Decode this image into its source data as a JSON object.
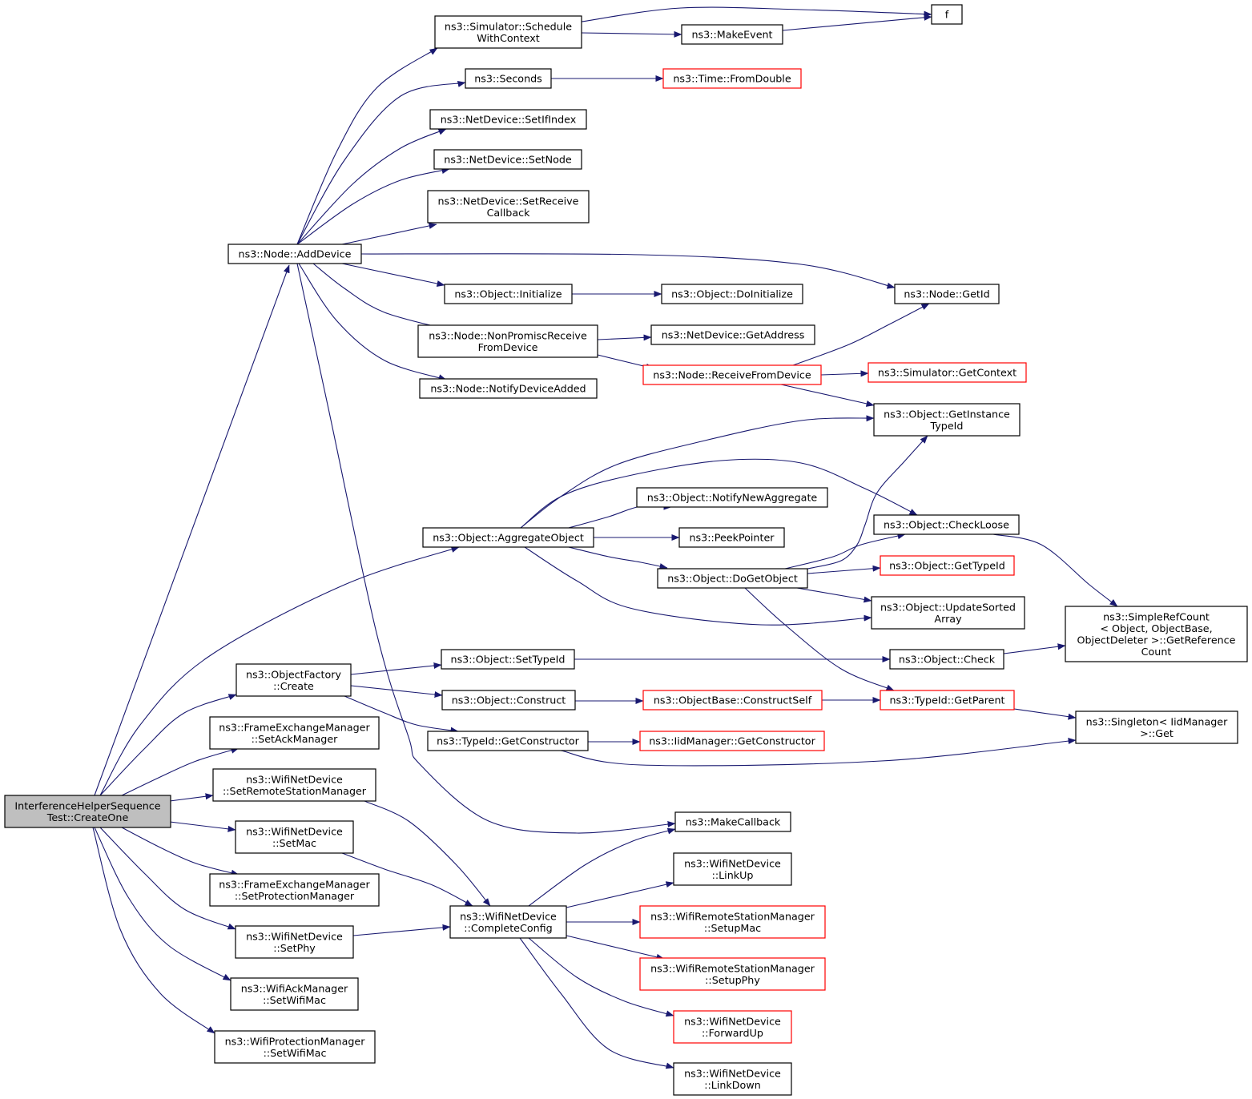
{
  "graph": {
    "edge_color": "#191970",
    "root_fill": "#bfbfbf",
    "highlight_border": "#ff0000",
    "nodes": [
      {
        "id": "root",
        "lines": [
          "InterferenceHelperSequence",
          "Test::CreateOne"
        ],
        "root": true
      },
      {
        "id": "adddevice",
        "lines": [
          "ns3::Node::AddDevice"
        ]
      },
      {
        "id": "schedule",
        "lines": [
          "ns3::Simulator::Schedule",
          "WithContext"
        ]
      },
      {
        "id": "f",
        "lines": [
          "f"
        ]
      },
      {
        "id": "makeevent",
        "lines": [
          "ns3::MakeEvent"
        ]
      },
      {
        "id": "seconds",
        "lines": [
          "ns3::Seconds"
        ]
      },
      {
        "id": "fromdouble",
        "lines": [
          "ns3::Time::FromDouble"
        ],
        "red": true
      },
      {
        "id": "setifindex",
        "lines": [
          "ns3::NetDevice::SetIfIndex"
        ]
      },
      {
        "id": "setnode",
        "lines": [
          "ns3::NetDevice::SetNode"
        ]
      },
      {
        "id": "setreceivecb",
        "lines": [
          "ns3::NetDevice::SetReceive",
          "Callback"
        ]
      },
      {
        "id": "initialize",
        "lines": [
          "ns3::Object::Initialize"
        ]
      },
      {
        "id": "doinitialize",
        "lines": [
          "ns3::Object::DoInitialize"
        ]
      },
      {
        "id": "getid",
        "lines": [
          "ns3::Node::GetId"
        ]
      },
      {
        "id": "nonpromisc",
        "lines": [
          "ns3::Node::NonPromiscReceive",
          "FromDevice"
        ]
      },
      {
        "id": "getaddress",
        "lines": [
          "ns3::NetDevice::GetAddress"
        ]
      },
      {
        "id": "receivefrom",
        "lines": [
          "ns3::Node::ReceiveFromDevice"
        ],
        "red": true
      },
      {
        "id": "getcontext",
        "lines": [
          "ns3::Simulator::GetContext"
        ],
        "red": true
      },
      {
        "id": "notifydevice",
        "lines": [
          "ns3::Node::NotifyDeviceAdded"
        ]
      },
      {
        "id": "getinstance",
        "lines": [
          "ns3::Object::GetInstance",
          "TypeId"
        ]
      },
      {
        "id": "aggregate",
        "lines": [
          "ns3::Object::AggregateObject"
        ]
      },
      {
        "id": "notifynew",
        "lines": [
          "ns3::Object::NotifyNewAggregate"
        ]
      },
      {
        "id": "peekpointer",
        "lines": [
          "ns3::PeekPointer"
        ]
      },
      {
        "id": "checkloose",
        "lines": [
          "ns3::Object::CheckLoose"
        ]
      },
      {
        "id": "dogetobject",
        "lines": [
          "ns3::Object::DoGetObject"
        ]
      },
      {
        "id": "gettypeid",
        "lines": [
          "ns3::Object::GetTypeId"
        ],
        "red": true
      },
      {
        "id": "updatesorted",
        "lines": [
          "ns3::Object::UpdateSorted",
          "Array"
        ]
      },
      {
        "id": "simplerefcount",
        "lines": [
          "ns3::SimpleRefCount",
          "< Object, ObjectBase,",
          "ObjectDeleter >::GetReference",
          "Count"
        ]
      },
      {
        "id": "objfactory",
        "lines": [
          "ns3::ObjectFactory",
          "::Create"
        ]
      },
      {
        "id": "settypeid",
        "lines": [
          "ns3::Object::SetTypeId"
        ]
      },
      {
        "id": "check",
        "lines": [
          "ns3::Object::Check"
        ]
      },
      {
        "id": "construct",
        "lines": [
          "ns3::Object::Construct"
        ]
      },
      {
        "id": "constructself",
        "lines": [
          "ns3::ObjectBase::ConstructSelf"
        ],
        "red": true
      },
      {
        "id": "getparent",
        "lines": [
          "ns3::TypeId::GetParent"
        ],
        "red": true
      },
      {
        "id": "getconstructor",
        "lines": [
          "ns3::TypeId::GetConstructor"
        ]
      },
      {
        "id": "iidgetconstructor",
        "lines": [
          "ns3::IidManager::GetConstructor"
        ],
        "red": true
      },
      {
        "id": "singleton",
        "lines": [
          "ns3::Singleton< IidManager",
          ">::Get"
        ]
      },
      {
        "id": "fem_ack",
        "lines": [
          "ns3::FrameExchangeManager",
          "::SetAckManager"
        ]
      },
      {
        "id": "setremote",
        "lines": [
          "ns3::WifiNetDevice",
          "::SetRemoteStationManager"
        ]
      },
      {
        "id": "makecallback",
        "lines": [
          "ns3::MakeCallback"
        ]
      },
      {
        "id": "setmac",
        "lines": [
          "ns3::WifiNetDevice",
          "::SetMac"
        ]
      },
      {
        "id": "fem_prot",
        "lines": [
          "ns3::FrameExchangeManager",
          "::SetProtectionManager"
        ]
      },
      {
        "id": "completeconfig",
        "lines": [
          "ns3::WifiNetDevice",
          "::CompleteConfig"
        ]
      },
      {
        "id": "linkup",
        "lines": [
          "ns3::WifiNetDevice",
          "::LinkUp"
        ]
      },
      {
        "id": "setupmac",
        "lines": [
          "ns3::WifiRemoteStationManager",
          "::SetupMac"
        ],
        "red": true
      },
      {
        "id": "setphy",
        "lines": [
          "ns3::WifiNetDevice",
          "::SetPhy"
        ]
      },
      {
        "id": "setupphy",
        "lines": [
          "ns3::WifiRemoteStationManager",
          "::SetupPhy"
        ],
        "red": true
      },
      {
        "id": "ackwifimac",
        "lines": [
          "ns3::WifiAckManager",
          "::SetWifiMac"
        ]
      },
      {
        "id": "forwardup",
        "lines": [
          "ns3::WifiNetDevice",
          "::ForwardUp"
        ],
        "red": true
      },
      {
        "id": "protwifimac",
        "lines": [
          "ns3::WifiProtectionManager",
          "::SetWifiMac"
        ]
      },
      {
        "id": "linkdown",
        "lines": [
          "ns3::WifiNetDevice",
          "::LinkDown"
        ]
      }
    ],
    "edges": [
      [
        "root",
        "adddevice"
      ],
      [
        "root",
        "aggregate"
      ],
      [
        "root",
        "objfactory"
      ],
      [
        "root",
        "fem_ack"
      ],
      [
        "root",
        "setremote"
      ],
      [
        "root",
        "setmac"
      ],
      [
        "root",
        "fem_prot"
      ],
      [
        "root",
        "setphy"
      ],
      [
        "root",
        "ackwifimac"
      ],
      [
        "root",
        "protwifimac"
      ],
      [
        "adddevice",
        "schedule"
      ],
      [
        "adddevice",
        "seconds"
      ],
      [
        "adddevice",
        "setifindex"
      ],
      [
        "adddevice",
        "setnode"
      ],
      [
        "adddevice",
        "setreceivecb"
      ],
      [
        "adddevice",
        "getid"
      ],
      [
        "adddevice",
        "initialize"
      ],
      [
        "adddevice",
        "nonpromisc"
      ],
      [
        "adddevice",
        "notifydevice"
      ],
      [
        "adddevice",
        "makecallback"
      ],
      [
        "schedule",
        "f"
      ],
      [
        "schedule",
        "makeevent"
      ],
      [
        "makeevent",
        "f"
      ],
      [
        "seconds",
        "fromdouble"
      ],
      [
        "initialize",
        "doinitialize"
      ],
      [
        "nonpromisc",
        "getaddress"
      ],
      [
        "nonpromisc",
        "receivefrom"
      ],
      [
        "receivefrom",
        "getid"
      ],
      [
        "receivefrom",
        "getcontext"
      ],
      [
        "receivefrom",
        "getinstance"
      ],
      [
        "aggregate",
        "getinstance"
      ],
      [
        "aggregate",
        "checkloose"
      ],
      [
        "aggregate",
        "notifynew"
      ],
      [
        "aggregate",
        "peekpointer"
      ],
      [
        "aggregate",
        "dogetobject"
      ],
      [
        "aggregate",
        "updatesorted"
      ],
      [
        "dogetobject",
        "getinstance"
      ],
      [
        "dogetobject",
        "checkloose"
      ],
      [
        "dogetobject",
        "gettypeid"
      ],
      [
        "dogetobject",
        "updatesorted"
      ],
      [
        "dogetobject",
        "getparent"
      ],
      [
        "checkloose",
        "simplerefcount"
      ],
      [
        "check",
        "simplerefcount"
      ],
      [
        "objfactory",
        "settypeid"
      ],
      [
        "objfactory",
        "construct"
      ],
      [
        "objfactory",
        "getconstructor"
      ],
      [
        "settypeid",
        "check"
      ],
      [
        "construct",
        "constructself"
      ],
      [
        "constructself",
        "getparent"
      ],
      [
        "getparent",
        "singleton"
      ],
      [
        "getconstructor",
        "iidgetconstructor"
      ],
      [
        "getconstructor",
        "singleton"
      ],
      [
        "setremote",
        "completeconfig"
      ],
      [
        "setmac",
        "completeconfig"
      ],
      [
        "setphy",
        "completeconfig"
      ],
      [
        "completeconfig",
        "makecallback"
      ],
      [
        "completeconfig",
        "linkup"
      ],
      [
        "completeconfig",
        "setupmac"
      ],
      [
        "completeconfig",
        "setupphy"
      ],
      [
        "completeconfig",
        "forwardup"
      ],
      [
        "completeconfig",
        "linkdown"
      ]
    ]
  }
}
